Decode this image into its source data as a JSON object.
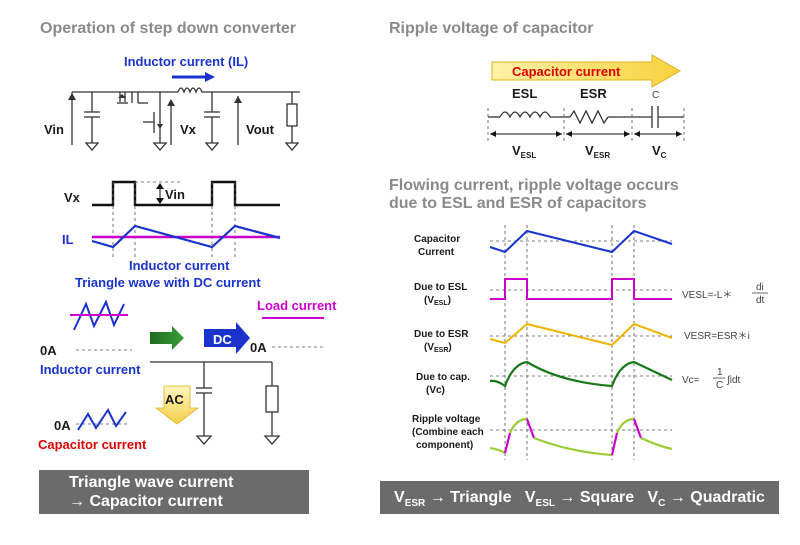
{
  "left": {
    "title": "Operation of step down converter",
    "inductor_current_label": "Inductor current (IL)",
    "vin": "Vin",
    "vx": "Vx",
    "vout": "Vout",
    "wave_vx": "Vx",
    "wave_vin": "Vin",
    "wave_il": "IL",
    "wave_caption1": "Inductor current",
    "wave_caption2": "Triangle wave with DC current",
    "load_current": "Load current",
    "dc": "DC",
    "ac": "AC",
    "zero_a_1": "0A",
    "zero_a_2": "0A",
    "zero_a_3": "0A",
    "inductor_current": "Inductor current",
    "capacitor_current": "Capacitor current",
    "banner_line1": "Triangle wave current",
    "banner_line2": "→  Capacitor current"
  },
  "right": {
    "title": "Ripple voltage of capacitor",
    "cap_current_arrow": "Capacitor current",
    "esl": "ESL",
    "esr": "ESR",
    "c": "C",
    "v": "V",
    "sub_esl": "ESL",
    "sub_esr": "ESR",
    "sub_c": "C",
    "subtitle1": "Flowing current, ripple voltage occurs",
    "subtitle2": "due to ESL and ESR of capacitors",
    "rows": [
      {
        "l1": "Capacitor",
        "l2": "Current"
      },
      {
        "l1": "Due to ESL",
        "l2": "(V",
        "sub": "ESL",
        "l3": ")"
      },
      {
        "l1": "Due to ESR",
        "l2": "(V",
        "sub": "ESR",
        "l3": ")"
      },
      {
        "l1": "Due to cap.",
        "l2": "(Vc)"
      },
      {
        "l1": "Ripple voltage",
        "l2": "(Combine each",
        "l3": "component)"
      }
    ],
    "eq_esl": "VESL=-L＊",
    "eq_esl_num": "di",
    "eq_esl_den": "dt",
    "eq_esr": "VESR=ESR＊i",
    "eq_c_pre": "Vc=",
    "eq_c_num": "1",
    "eq_c_den": "C",
    "eq_c_post": "∫idt",
    "banner": {
      "v1": "V",
      "s1": "ESR",
      "t1": " → Triangle   V",
      "s2": "ESL",
      "t2": " → Square   V",
      "s3": "C",
      "t3": " → Quadratic"
    }
  },
  "colors": {
    "blue": "#1a33cc",
    "magenta": "#cc00cc",
    "orange": "#f0b400",
    "green": "#1a7a1a",
    "light_green": "#9acc33",
    "red": "#dd0000",
    "banner": "#6b6b6b",
    "heading": "#8a8a8a"
  }
}
